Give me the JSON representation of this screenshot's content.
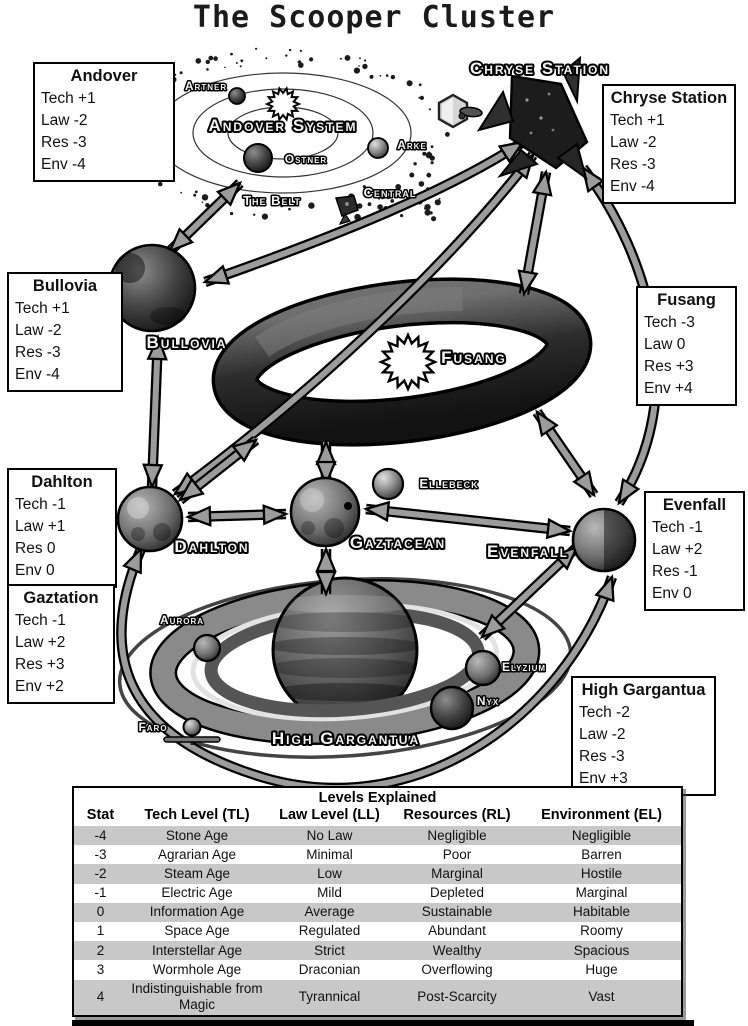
{
  "title": "The Scooper Cluster",
  "colors": {
    "background": "#ffffff",
    "ink": "#000000",
    "arrow_gray": "#9c9c9c",
    "table_alt_row": "#c8c8c8"
  },
  "boxes": [
    {
      "title": "Andover",
      "lines": [
        "Tech +1",
        "Law -2",
        "Res -3",
        "Env -4"
      ]
    },
    {
      "title": "Chryse Station",
      "lines": [
        "Tech +1",
        "Law -2",
        "Res -3",
        "Env -4"
      ]
    },
    {
      "title": "Bullovia",
      "lines": [
        "Tech +1",
        "Law -2",
        "Res -3",
        "Env -4"
      ]
    },
    {
      "title": "Fusang",
      "lines": [
        "Tech -3",
        "Law 0",
        "Res +3",
        "Env +4"
      ]
    },
    {
      "title": "Dahlton",
      "lines": [
        "Tech -1",
        "Law +1",
        "Res 0",
        "Env 0"
      ]
    },
    {
      "title": "Gaztation",
      "lines": [
        "Tech -1",
        "Law +2",
        "Res +3",
        "Env +2"
      ]
    },
    {
      "title": "Evenfall",
      "lines": [
        "Tech -1",
        "Law +2",
        "Res -1",
        "Env 0"
      ]
    },
    {
      "title": "High Gargantua",
      "lines": [
        "Tech -2",
        "Law -2",
        "Res -3",
        "Env +3"
      ]
    }
  ],
  "map_labels": [
    {
      "id": "andover-system",
      "text": "Andover System"
    },
    {
      "id": "artner",
      "text": "Artner"
    },
    {
      "id": "ostner",
      "text": "Ostner"
    },
    {
      "id": "arke",
      "text": "Arke"
    },
    {
      "id": "the-belt",
      "text": "The Belt"
    },
    {
      "id": "central",
      "text": "Central"
    },
    {
      "id": "chryse-station",
      "text": "Chryse Station"
    },
    {
      "id": "bullovia",
      "text": "Bullovia"
    },
    {
      "id": "fusang",
      "text": "Fusang"
    },
    {
      "id": "dahlton",
      "text": "Dahlton"
    },
    {
      "id": "ellebeck",
      "text": "Ellebeck"
    },
    {
      "id": "gaztacean",
      "text": "Gaztacean"
    },
    {
      "id": "evenfall",
      "text": "Evenfall"
    },
    {
      "id": "aurora",
      "text": "Aurora"
    },
    {
      "id": "elyzium",
      "text": "Elyzium"
    },
    {
      "id": "nyx",
      "text": "Nyx"
    },
    {
      "id": "faro",
      "text": "Faro"
    },
    {
      "id": "high-gargantua",
      "text": "High Gargantua"
    }
  ],
  "routes": [
    {
      "from": "Andover System",
      "to": "Bullovia"
    },
    {
      "from": "Bullovia",
      "to": "Chryse Station"
    },
    {
      "from": "Dahlton",
      "to": "Chryse Station"
    },
    {
      "from": "Bullovia",
      "to": "Dahlton"
    },
    {
      "from": "Chryse Station",
      "to": "Fusang"
    },
    {
      "from": "Chryse Station",
      "to": "Evenfall"
    },
    {
      "from": "Fusang",
      "to": "Dahlton"
    },
    {
      "from": "Fusang",
      "to": "Gaztacean"
    },
    {
      "from": "Fusang",
      "to": "Evenfall"
    },
    {
      "from": "Dahlton",
      "to": "Gaztacean"
    },
    {
      "from": "Gaztacean",
      "to": "Evenfall"
    },
    {
      "from": "Gaztacean",
      "to": "High Gargantua"
    },
    {
      "from": "Evenfall",
      "to": "High Gargantua"
    },
    {
      "from": "Dahlton",
      "to": "Evenfall"
    }
  ],
  "levels_table": {
    "title": "Levels Explained",
    "headers": [
      "Stat",
      "Tech Level (TL)",
      "Law Level (LL)",
      "Resources (RL)",
      "Environment (EL)"
    ],
    "rows": [
      [
        "-4",
        "Stone Age",
        "No Law",
        "Negligible",
        "Negligible"
      ],
      [
        "-3",
        "Agrarian Age",
        "Minimal",
        "Poor",
        "Barren"
      ],
      [
        "-2",
        "Steam Age",
        "Low",
        "Marginal",
        "Hostile"
      ],
      [
        "-1",
        "Electric Age",
        "Mild",
        "Depleted",
        "Marginal"
      ],
      [
        "0",
        "Information Age",
        "Average",
        "Sustainable",
        "Habitable"
      ],
      [
        "1",
        "Space Age",
        "Regulated",
        "Abundant",
        "Roomy"
      ],
      [
        "2",
        "Interstellar Age",
        "Strict",
        "Wealthy",
        "Spacious"
      ],
      [
        "3",
        "Wormhole Age",
        "Draconian",
        "Overflowing",
        "Huge"
      ],
      [
        "4",
        "Indistinguishable from Magic",
        "Tyrannical",
        "Post-Scarcity",
        "Vast"
      ]
    ]
  }
}
